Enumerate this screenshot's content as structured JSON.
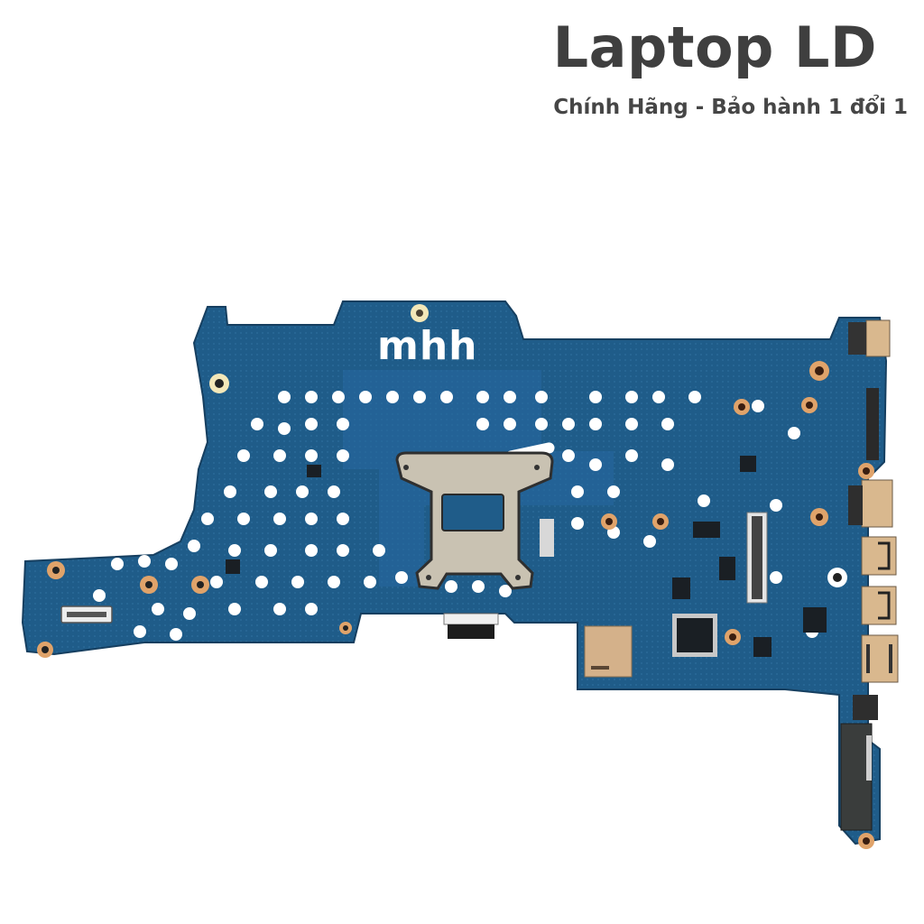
{
  "header": {
    "title": "Laptop LD",
    "subtitle": "Chính Hãng - Bảo hành 1 đổi 1"
  },
  "product_image": {
    "subject": "laptop-motherboard",
    "watermark": "mhh",
    "colors": {
      "pcb": "#1e5a86",
      "pcb_dark": "#17496e",
      "pad": "#ffffff",
      "screw_ring": "#e0a36a",
      "bracket": "#c9c2b2",
      "connector_gold": "#d9b88e",
      "connector_dark": "#3a3d3c"
    },
    "ports_right_side": [
      "dc-power-jack",
      "ethernet-port",
      "usb-port",
      "usb-port",
      "displayport",
      "audio-jack",
      "sata-connector"
    ]
  }
}
